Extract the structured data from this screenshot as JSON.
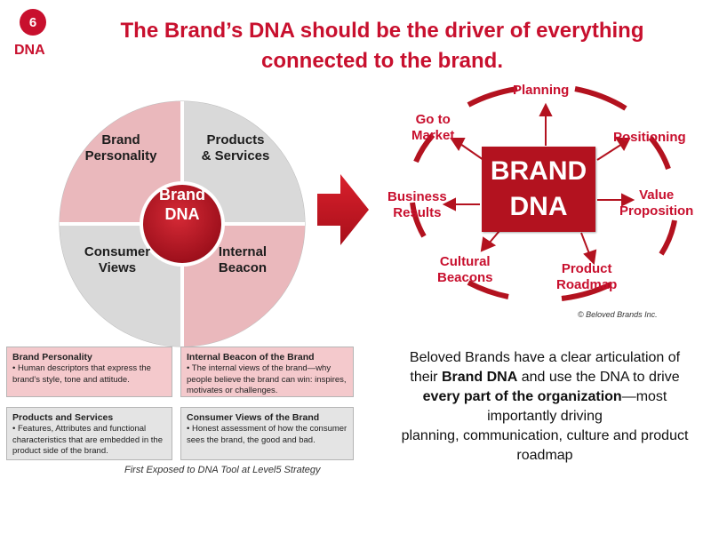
{
  "badge": {
    "number": "6",
    "label": "DNA"
  },
  "title": {
    "line1": "The Brand’s DNA should be the driver of everything",
    "line2": "connected to the brand."
  },
  "quadrant": {
    "top_left": [
      "Brand",
      "Personality"
    ],
    "top_right": [
      "Products",
      "& Services"
    ],
    "bottom_left": [
      "Consumer",
      "Views"
    ],
    "bottom_right": [
      "Internal",
      "Beacon"
    ],
    "center": [
      "Brand",
      "DNA"
    ]
  },
  "cycle": {
    "center": [
      "BRAND",
      "DNA"
    ],
    "planning": "Planning",
    "positioning": "Positioning",
    "value_proposition": [
      "Value",
      "Proposition"
    ],
    "product_roadmap": [
      "Product",
      "Roadmap"
    ],
    "cultural_beacons": [
      "Cultural",
      "Beacons"
    ],
    "business_results": [
      "Business",
      "Results"
    ],
    "go_to_market": [
      "Go to",
      "Market"
    ],
    "copyright": "© Beloved Brands Inc."
  },
  "info": {
    "brand_personality": {
      "heading": "Brand Personality",
      "desc": "• Human descriptors that express the brand’s style, tone and attitude."
    },
    "internal_beacon": {
      "heading": "Internal Beacon of the Brand",
      "desc": "• The internal views of the brand—why people believe the brand can win: inspires, motivates or challenges."
    },
    "products_services": {
      "heading": "Products and Services",
      "desc": "• Features, Attributes and functional characteristics that are embedded in the product side of the brand."
    },
    "consumer_views": {
      "heading": "Consumer Views of the Brand",
      "desc": "• Honest assessment of how the consumer sees the brand, the good and bad."
    },
    "credit": "First Exposed to  DNA Tool at Level5 Strategy"
  },
  "paragraph": {
    "p1": "Beloved Brands have a clear articulation of their ",
    "b1": "Brand DNA",
    "p2": " and use the DNA to drive ",
    "b2": "every part of the organization",
    "p3": "—most importantly driving",
    "p4": "planning, communication, culture and product roadmap"
  },
  "colors": {
    "accent": "#c8102e",
    "pink": "#f4c9cc",
    "gray": "#e4e4e4",
    "box": "#b3121f"
  }
}
